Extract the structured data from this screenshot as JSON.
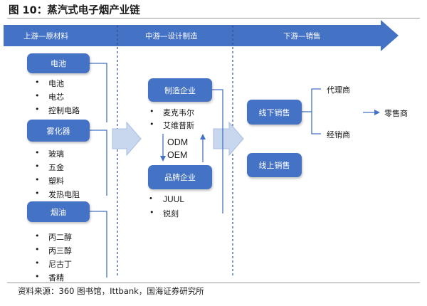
{
  "figure": {
    "title": "图 10：蒸汽式电子烟产业链",
    "source": "资料来源：360 图书馆，Ittbank，国海证券研究所"
  },
  "stages": {
    "upstream": "上游—原材料",
    "midstream": "中游—设计制造",
    "downstream": "下游—销售"
  },
  "upstream": {
    "battery": {
      "label": "电池",
      "items": [
        "电池",
        "电芯",
        "控制电路"
      ]
    },
    "atomizer": {
      "label": "雾化器",
      "items": [
        "玻璃",
        "五金",
        "塑料",
        "发热电阻"
      ]
    },
    "e_liquid": {
      "label": "烟油",
      "items": [
        "丙二醇",
        "丙三醇",
        "尼古丁",
        "香精"
      ]
    }
  },
  "midstream": {
    "manufacturers": {
      "label": "制造企业",
      "items": [
        "麦克韦尔",
        "艾维普斯"
      ]
    },
    "odm": "ODM",
    "oem": "OEM",
    "brands": {
      "label": "品牌企业",
      "items": [
        "JUUL",
        "锐刻"
      ]
    }
  },
  "downstream": {
    "offline": "线下销售",
    "online": "线上销售",
    "agent": "代理商",
    "distributor": "经销商",
    "retailer": "零售商"
  },
  "colors": {
    "box": "#4472c4",
    "banner": "#4472c4",
    "flow_arrow": "#c9d7ee",
    "divider": "#2f4f8f"
  }
}
